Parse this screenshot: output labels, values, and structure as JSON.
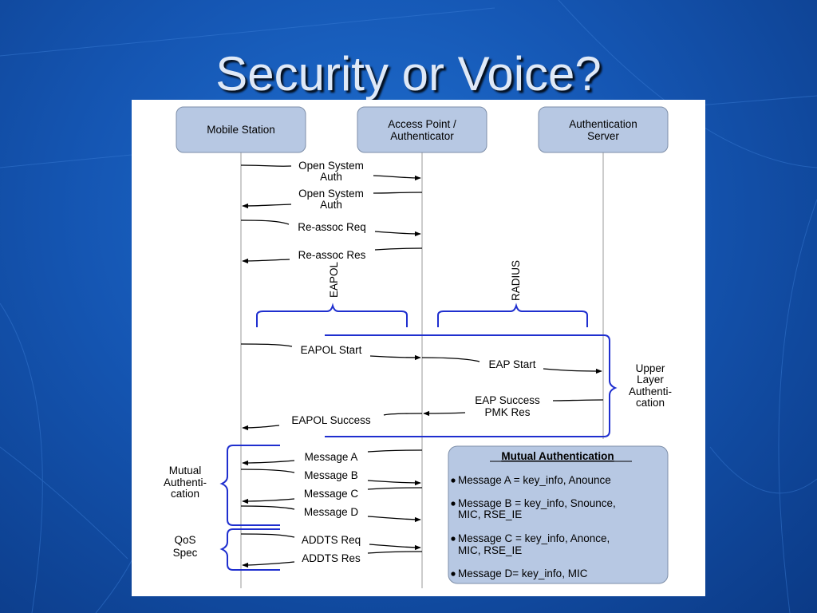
{
  "slide": {
    "title": "Security or Voice?"
  },
  "entities": [
    {
      "lines": [
        "Mobile Station"
      ]
    },
    {
      "lines": [
        "Access Point /",
        "Authenticator"
      ]
    },
    {
      "lines": [
        "Authentication",
        "Server"
      ]
    }
  ],
  "messages": {
    "open_auth_req": [
      "Open System",
      "Auth"
    ],
    "open_auth_resp": [
      "Open System",
      "Auth"
    ],
    "reassoc_req": "Re-assoc Req",
    "reassoc_res": "Re-assoc Res",
    "eapol_start": "EAPOL Start",
    "eap_start": "EAP Start",
    "eap_success": [
      "EAP Success",
      "PMK Res"
    ],
    "eapol_success": "EAPOL Success",
    "msg_a": "Message A",
    "msg_b": "Message B",
    "msg_c": "Message C",
    "msg_d": "Message D",
    "addts_req": "ADDTS Req",
    "addts_res": "ADDTS Res"
  },
  "protocol_labels": {
    "eapol": "EAPOL",
    "radius": "RADIUS"
  },
  "group_labels": {
    "upper_layer": [
      "Upper",
      "Layer",
      "Authenti-",
      "cation"
    ],
    "mutual": [
      "Mutual",
      "Authenti-",
      "cation"
    ],
    "qos": [
      "QoS",
      "Spec"
    ]
  },
  "note": {
    "title": "Mutual Authentication",
    "items": [
      [
        "Message A = key_info, Anounce"
      ],
      [
        "Message B = key_info, Snounce,",
        "MIC, RSE_IE"
      ],
      [
        "Message C = key_info, Anonce,",
        "MIC, RSE_IE"
      ],
      [
        "Message D= key_info, MIC"
      ]
    ]
  },
  "colors": {
    "node_fill": "#b7c8e3",
    "brace_blue": "#1f2fcf",
    "background_blue": "#1556b3",
    "title_text": "#dfe9f7"
  }
}
